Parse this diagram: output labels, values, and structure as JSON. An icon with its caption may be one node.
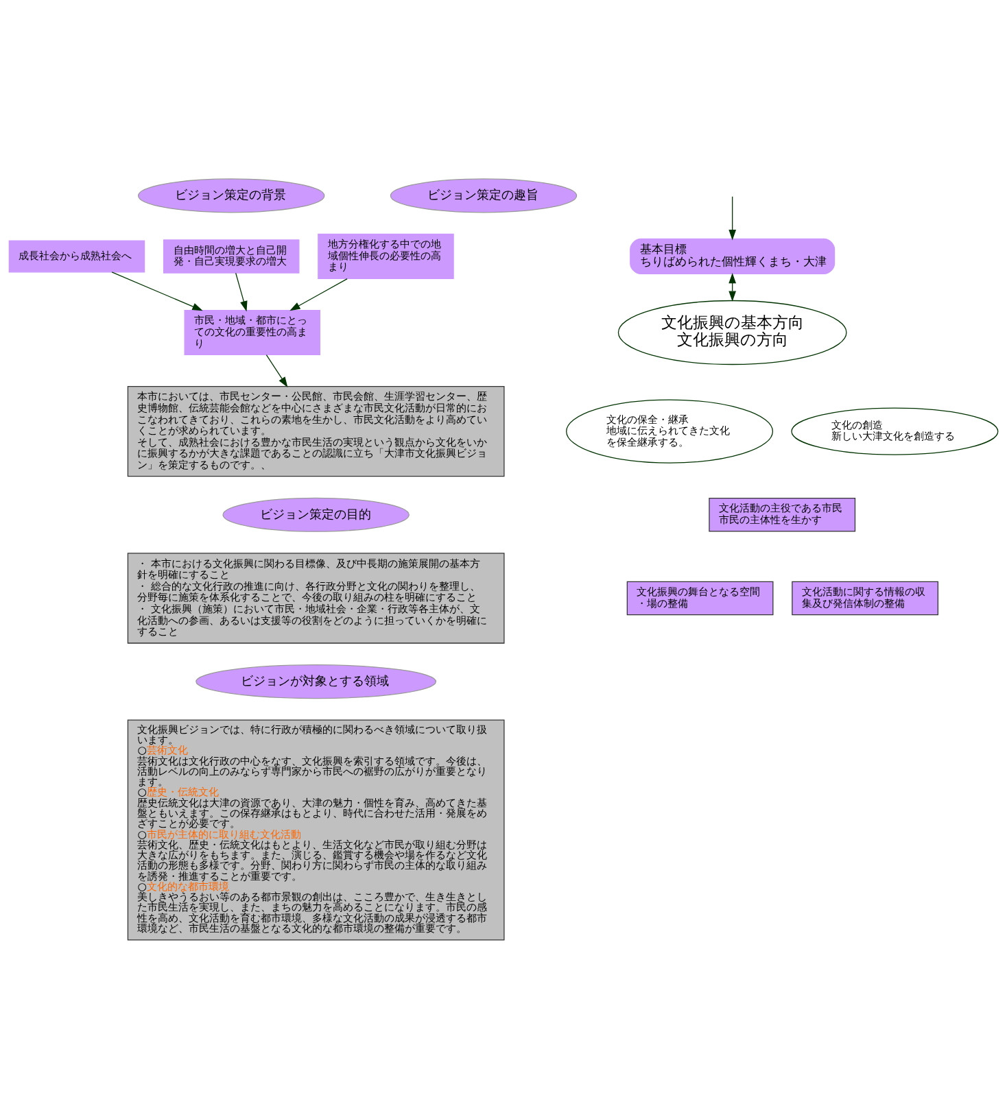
{
  "diagram": {
    "nodes": [
      {
        "text": [
          "ビジョン策定の背景"
        ]
      },
      {
        "text": [
          "成長社会から成熟社会へ"
        ]
      },
      {
        "text": [
          "自由時間の増大と自己開発・自己実現要求の増大"
        ]
      },
      {
        "text": [
          "地方分権化する中での地域個性伸長の必要性の高まり"
        ]
      },
      {
        "text": [
          "市民・地域・都市にとっての文化の重要性の高まり"
        ]
      },
      {
        "text": [
          "ビジョン策定の趣旨"
        ]
      },
      {
        "text": [
          "本市においては、市民センター・公民館、市民会館、生涯学習センター、歴史博物館、伝統芸能会館などを中心にさまざまな市民文化活動が日常的におこなわれてきており、これらの素地を生かし、市民文化活動をより高めていくことが求められています。",
          "そして、成熟社会における豊かな市民生活の実現という観点から文化をいかに振興するかが大きな課題であることの認識に立ち「大津市文化振興ビジョン」を策定するものです。、"
        ]
      },
      {
        "text": [
          "ビジョン策定の目的"
        ]
      },
      {
        "text": [
          "・ 本市における文化振興に関わる目標像、及び中長期の施策展開の基本方針を明確にすること",
          "・ 総合的な文化行政の推進に向け、各行政分野と文化の関わりを整理し、分野毎に施策を体系化することで、今後の取り組みの柱を明確にすること",
          "・ 文化振興（施策）において市民・地域社会・企業・行政等各主体が、文化活動への参画、あるいは支援等の役割をどのように担っていくかを明確にすること"
        ]
      },
      {
        "text": [
          "ビジョンが対象とする領域"
        ]
      },
      {
        "text": [
          "文化振興ビジョンでは、特に行政が積極的に関わるべき領域について取り扱います。",
          "○芸術文化",
          "芸術文化は文化行政の中心をなす、文化振興を索引する領域です。今後は、活動レベルの向上のみならず専門家から市民への裾野の広がりが重要となります。",
          "○歴史・伝統文化",
          "歴史伝統文化は大津の資源であり、大津の魅力・個性を育み、高めてきた基盤ともいえます。この保存継承はもとより、時代に合わせた活用・発展をめざすことが必要です。",
          "○市民が主体的に取り組む文化活動",
          "芸術文化、歴史・伝統文化はもとより、生活文化など市民が取り組む分野は大きな広がりをもちます。また、演じる、鑑賞する機会や場を作るなど文化活動の形態も多様です。分野、関わり方に関わらず市民の主体的な取り組みを誘発・推進することが重要です。",
          "○文化的な都市環境",
          "美しきやうるおい等のある都市景観の創出は、こころ豊かで、生き生きとした市民生活を実現し、また、まちの魅力を高めることになります。市民の感性を高め、文化活動を育む都市環境、多様な文化活動の成果が浸透する都市環境など、市民生活の基盤となる文化的な都市環境の整備が重要です。"
        ]
      },
      {
        "text": [
          "基本目標",
          "ちりばめられた個性輝くまち・大津"
        ]
      },
      {
        "text": [
          "文化振興の基本方向",
          "文化振興の方向"
        ]
      },
      {
        "text": [
          "文化の保全・継承",
          "地域に伝えられてきた文化を保全継承する。"
        ]
      },
      {
        "text": [
          "文化の創造",
          "新しい大津文化を創造する"
        ]
      },
      {
        "text": [
          "文化活動の主役である市民",
          "市民の主体性を生かす"
        ]
      },
      {
        "text": [
          "文化振興の舞台となる空間・場の整備"
        ]
      },
      {
        "text": [
          "文化活動に関する情報の収集及び発信体制の整備"
        ]
      }
    ],
    "edges": [
      {
        "from": 1,
        "to": 4,
        "arrow": "to"
      },
      {
        "from": 2,
        "to": 4,
        "arrow": "to"
      },
      {
        "from": 3,
        "to": 4,
        "arrow": "to"
      },
      {
        "from": 4,
        "to": 6,
        "arrow": "to"
      },
      {
        "from": null,
        "to": 11,
        "arrow": "to"
      },
      {
        "from": 11,
        "to": 12,
        "arrow": "both"
      }
    ]
  }
}
